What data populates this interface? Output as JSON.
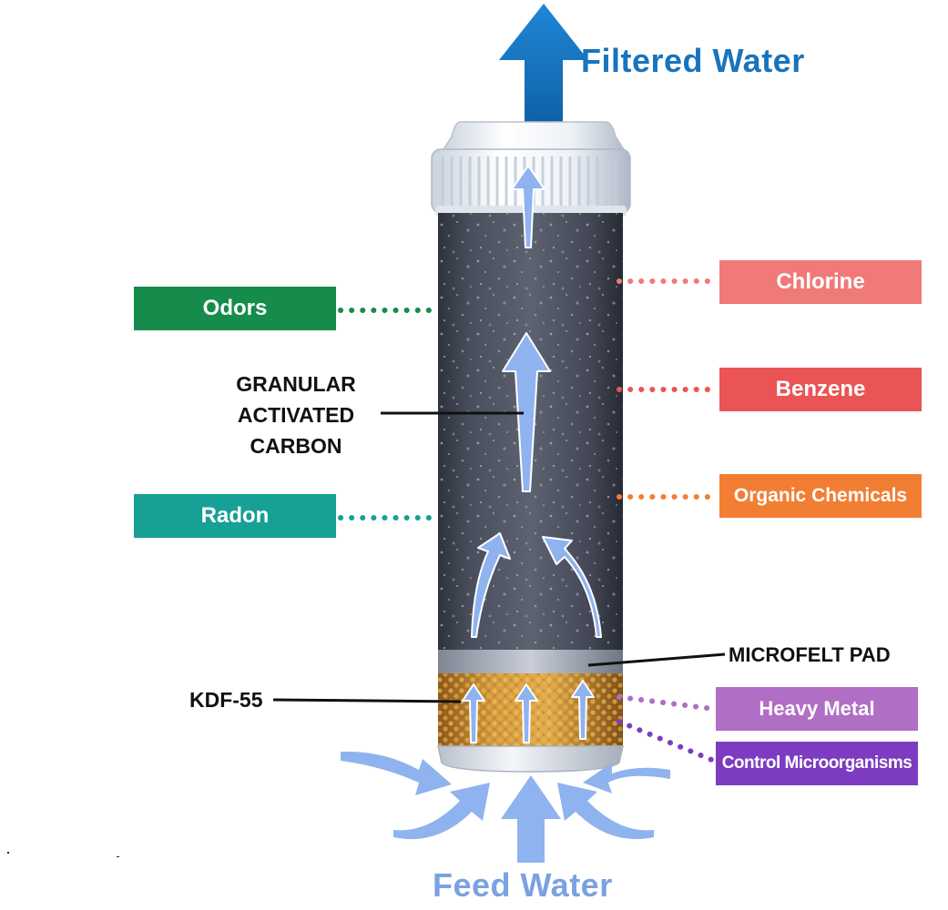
{
  "titles": {
    "output": "Filtered Water",
    "input": "Feed Water"
  },
  "contaminants": {
    "odors": "Odors",
    "radon": "Radon",
    "chlorine": "Chlorine",
    "benzene": "Benzene",
    "organic": "Organic Chemicals",
    "heavy_metal": "Heavy Metal",
    "microorganisms": "Control Microorganisms"
  },
  "layers": {
    "gac_line1": "GRANULAR",
    "gac_line2": "ACTIVATED",
    "gac_line3": "CARBON",
    "microfelt": "MICROFELT PAD",
    "kdf": "KDF-55"
  },
  "colors": {
    "output_blue": "#1874bd",
    "input_blue": "#7aa2e0",
    "odors": "#158c4b",
    "radon": "#17a096",
    "chlorine": "#f07a78",
    "benzene": "#ea5454",
    "organic": "#f27e33",
    "heavy_metal": "#b06ec5",
    "microorganisms": "#7d3cc0",
    "carbon": "#4a4e5c",
    "kdf": "#d08a2c"
  }
}
